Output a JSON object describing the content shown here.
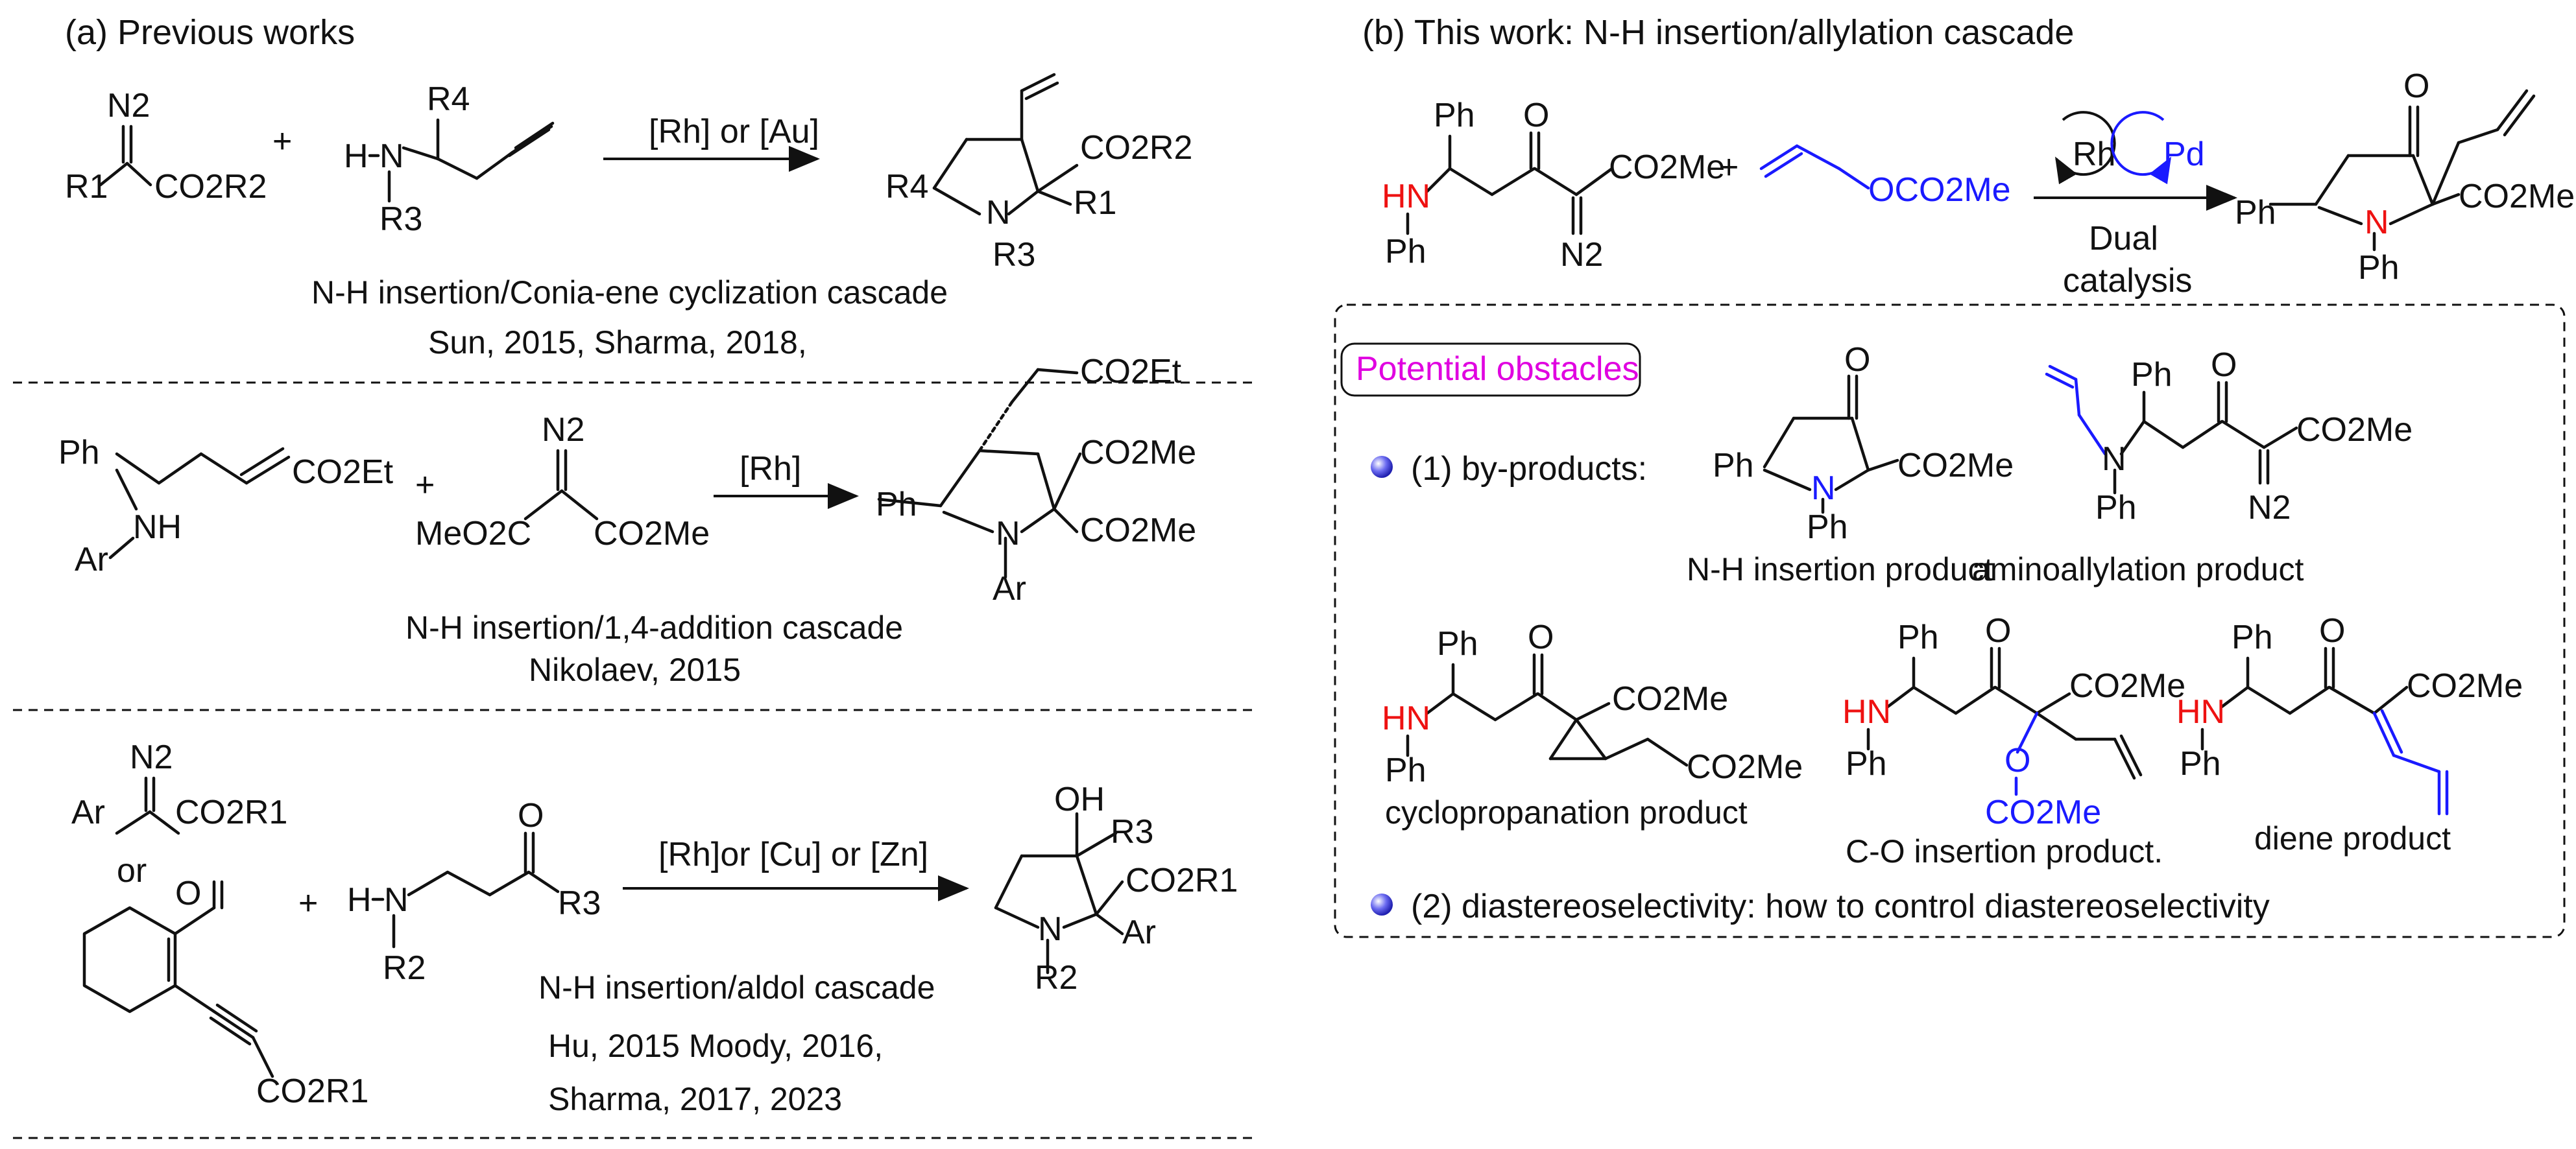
{
  "panel_a": {
    "title": "(a) Previous works",
    "row1": {
      "reagent_diazo": {
        "n2": "N2",
        "ester": "CO2R2",
        "r1": "R1"
      },
      "plus": "+",
      "amine": {
        "r4": "R4",
        "h": "H",
        "n": "N",
        "r3": "R3"
      },
      "conditions": "[Rh] or [Au]",
      "product": {
        "r4": "R4",
        "n": "N",
        "r3": "R3",
        "ester": "CO2R2",
        "r1": "R1"
      },
      "caption": "N-H insertion/Conia-ene cyclization cascade",
      "refs": "Sun, 2015,  Sharma, 2018,"
    },
    "row2": {
      "substrate": {
        "ph": "Ph",
        "nh": "NH",
        "ar": "Ar",
        "ester": "CO2Et"
      },
      "plus": "+",
      "diazo": {
        "n2": "N2",
        "left": "MeO2C",
        "right": "CO2Me"
      },
      "conditions": "[Rh]",
      "product": {
        "ph": "Ph",
        "n": "N",
        "ar": "Ar",
        "side": "CO2Et",
        "e1": "CO2Me",
        "e2": "CO2Me"
      },
      "caption": "N-H insertion/1,4-addition cascade",
      "refs": "Nikolaev, 2015"
    },
    "row3": {
      "diazo": {
        "n2": "N2",
        "ar": "Ar",
        "ester": "CO2R1"
      },
      "or": "or",
      "enyne": {
        "ester": "CO2R1",
        "o": "O"
      },
      "plus": "+",
      "amine": {
        "h": "H",
        "n": "N",
        "r2": "R2",
        "o": "O",
        "r3": "R3"
      },
      "conditions": "[Rh]or [Cu] or [Zn]",
      "product": {
        "oh": "OH",
        "r3": "R3",
        "ester": "CO2R1",
        "n": "N",
        "r2": "R2",
        "ar": "Ar"
      },
      "caption": "N-H insertion/aldol cascade",
      "refs1": "Hu, 2015   Moody, 2016,",
      "refs2": "Sharma, 2017, 2023"
    }
  },
  "panel_b": {
    "title": "(b) This work: N-H insertion/allylation  cascade",
    "substrate": {
      "ph": "Ph",
      "hn": "HN",
      "ph2": "Ph",
      "o": "O",
      "ester": "CO2Me",
      "n2": "N2"
    },
    "plus": "+",
    "allyl": {
      "group": "OCO2Me"
    },
    "catalysts": {
      "rh": "Rh",
      "pd": "Pd"
    },
    "conditions1": "Dual",
    "conditions2": "catalysis",
    "product": {
      "o": "O",
      "ph": "Ph",
      "n": "N",
      "nph": "Ph",
      "ester": "CO2Me"
    },
    "box_title": "Potential obstacles",
    "item1": "(1) by-products:",
    "byproducts": [
      {
        "label": "N-H insertion product",
        "ph": "Ph",
        "n": "N",
        "nph": "Ph",
        "o": "O",
        "ester": "CO2Me"
      },
      {
        "label": "aminoallylation product",
        "ph": "Ph",
        "n": "N",
        "nph": "Ph",
        "o": "O",
        "ester": "CO2Me",
        "n2": "N2"
      },
      {
        "label": "cyclopropanation product",
        "ph": "Ph",
        "hn": "HN",
        "nph": "Ph",
        "o": "O",
        "e1": "CO2Me",
        "e2": "CO2Me"
      },
      {
        "label": "C-O insertion product.",
        "ph": "Ph",
        "hn": "HN",
        "nph": "Ph",
        "o": "O",
        "ester": "CO2Me",
        "o2": "O",
        "carb": "CO2Me"
      },
      {
        "label": "diene product",
        "ph": "Ph",
        "hn": "HN",
        "nph": "Ph",
        "o": "O",
        "ester": "CO2Me"
      }
    ],
    "item2": "(2) diastereoselectivity: how to control diastereoselectivity"
  },
  "colors": {
    "heteroatom_red": "#ee1111",
    "reagent_blue": "#1a1aff",
    "obstacle_magenta": "#e000e0",
    "bullet": "#4a4adf"
  }
}
